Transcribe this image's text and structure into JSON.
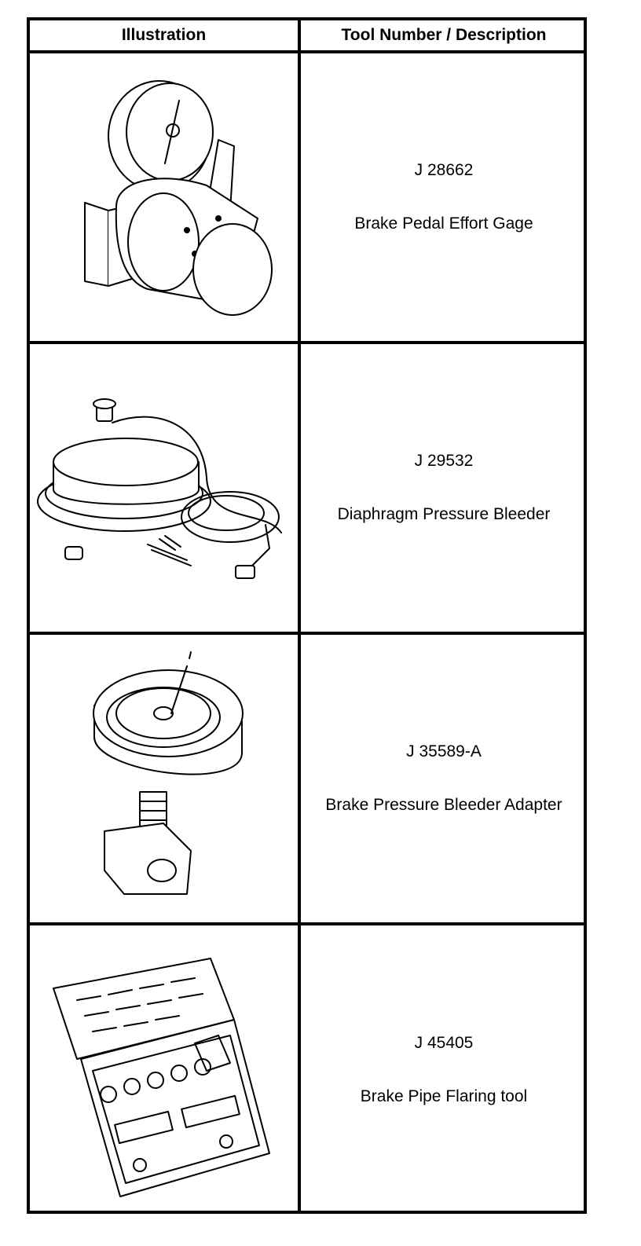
{
  "table": {
    "headers": {
      "illustration": "Illustration",
      "tool": "Tool Number / Description"
    },
    "rows": [
      {
        "number": "J 28662",
        "description": "Brake Pedal Effort Gage",
        "icon": "pedal-effort-gage-illustration"
      },
      {
        "number": "J 29532",
        "description": "Diaphragm Pressure Bleeder",
        "icon": "diaphragm-pressure-bleeder-illustration"
      },
      {
        "number": "J 35589-A",
        "description": "Brake Pressure Bleeder Adapter",
        "icon": "pressure-bleeder-adapter-illustration"
      },
      {
        "number": "J 45405",
        "description": "Brake Pipe Flaring tool",
        "icon": "pipe-flaring-tool-kit-illustration"
      }
    ]
  }
}
